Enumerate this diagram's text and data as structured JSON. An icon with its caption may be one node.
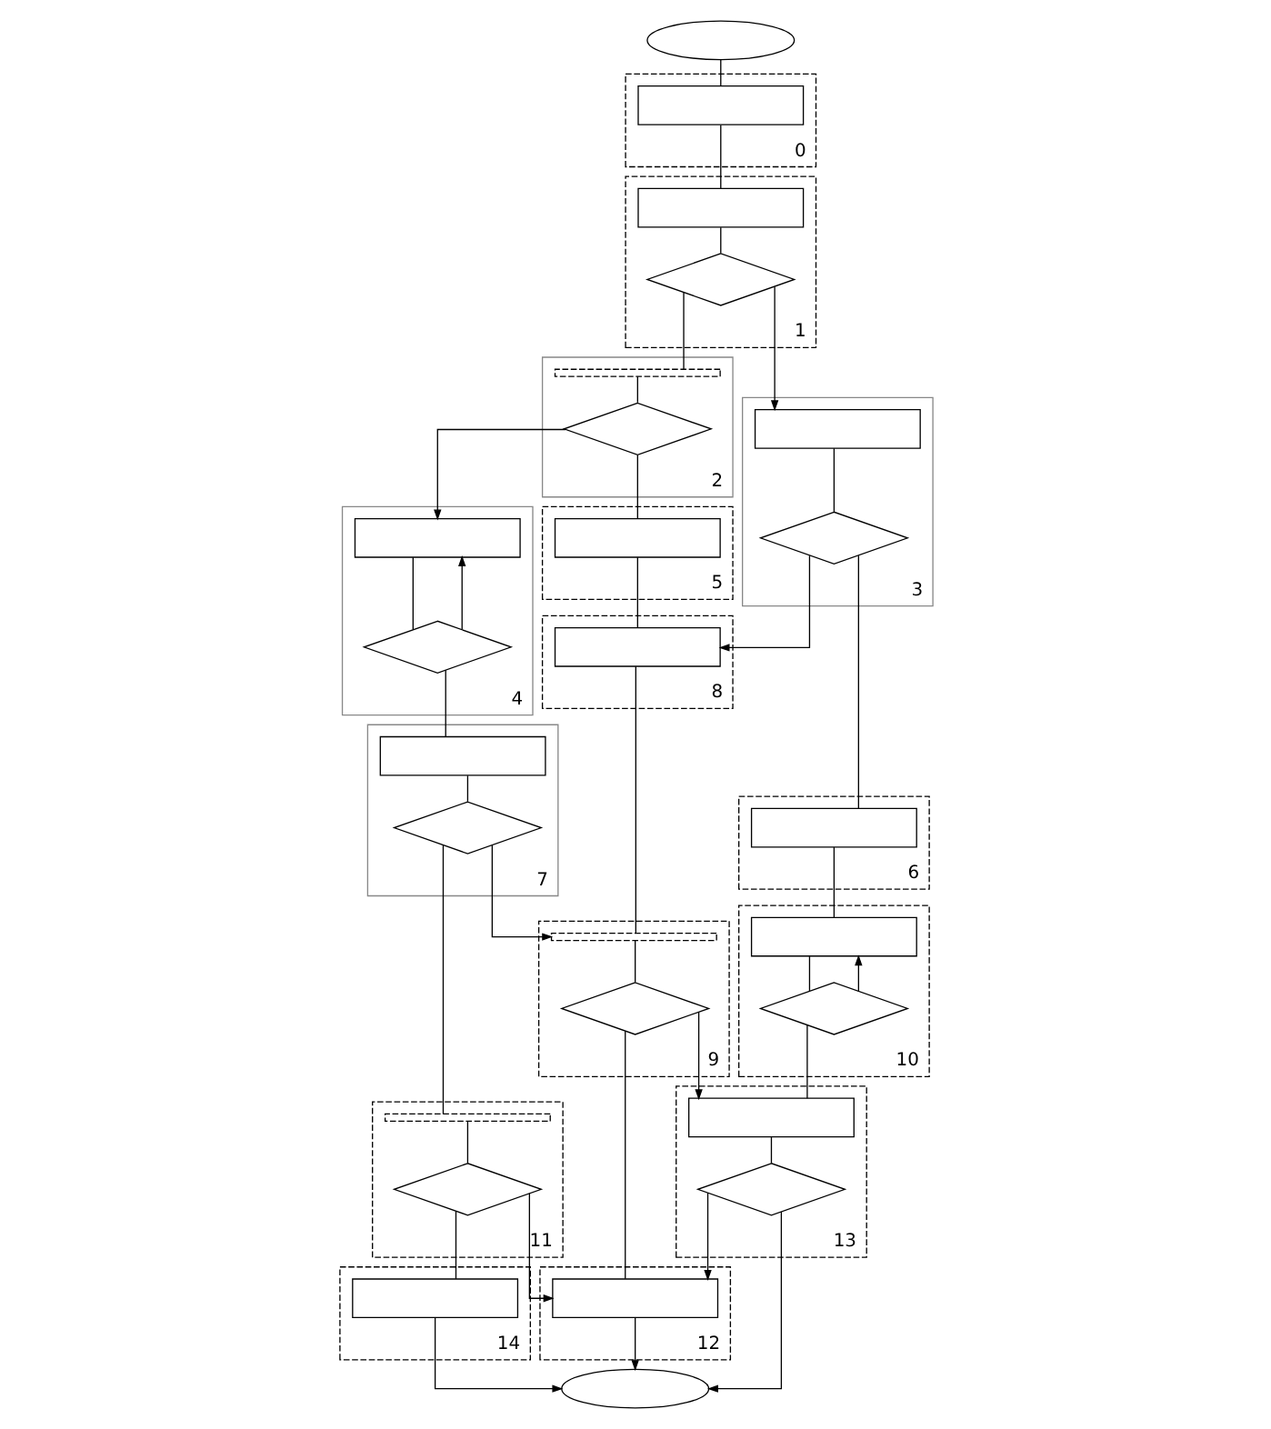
{
  "diagram": {
    "nodes": [
      {
        "text": [],
        "shape": "ellipse"
      },
      {
        "text": [
          "0"
        ]
      },
      {
        "text": [],
        "shape": "box",
        "in": 1
      },
      {
        "text": [
          "1"
        ]
      },
      {
        "text": [],
        "shape": "box",
        "in": 3
      },
      {
        "text": [],
        "shape": "diamond",
        "in": 3
      },
      {
        "text": [
          "2"
        ]
      },
      {
        "text": [],
        "shape": "bar",
        "in": 6
      },
      {
        "text": [],
        "shape": "diamond",
        "in": 6
      },
      {
        "text": [
          "3"
        ]
      },
      {
        "text": [],
        "shape": "box",
        "in": 9
      },
      {
        "text": [],
        "shape": "diamond",
        "in": 9
      },
      {
        "text": [
          "4"
        ]
      },
      {
        "text": [],
        "shape": "box",
        "in": 12
      },
      {
        "text": [],
        "shape": "diamond",
        "in": 12
      },
      {
        "text": [
          "5"
        ]
      },
      {
        "text": [],
        "shape": "box",
        "in": 15
      },
      {
        "text": [
          "6"
        ]
      },
      {
        "text": [],
        "shape": "box",
        "in": 17
      },
      {
        "text": [
          "7"
        ]
      },
      {
        "text": [],
        "shape": "box",
        "in": 19
      },
      {
        "text": [],
        "shape": "diamond",
        "in": 19
      },
      {
        "text": [
          "8"
        ]
      },
      {
        "text": [],
        "shape": "box",
        "in": 22
      },
      {
        "text": [
          "9"
        ]
      },
      {
        "text": [],
        "shape": "bar",
        "in": 24
      },
      {
        "text": [],
        "shape": "diamond",
        "in": 24
      },
      {
        "text": [
          "10"
        ]
      },
      {
        "text": [],
        "shape": "box",
        "in": 27
      },
      {
        "text": [],
        "shape": "diamond",
        "in": 27
      },
      {
        "text": [
          "11"
        ]
      },
      {
        "text": [],
        "shape": "bar",
        "in": 30
      },
      {
        "text": [],
        "shape": "diamond",
        "in": 30
      },
      {
        "text": [
          "13"
        ]
      },
      {
        "text": [],
        "shape": "box",
        "in": 33
      },
      {
        "text": [],
        "shape": "diamond",
        "in": 33
      },
      {
        "text": [
          "14"
        ]
      },
      {
        "text": [],
        "shape": "box",
        "in": 36
      },
      {
        "text": [
          "12"
        ]
      },
      {
        "text": [],
        "shape": "box",
        "in": 38
      },
      {
        "text": [],
        "shape": "ellipse"
      }
    ],
    "edges": [
      {
        "from": 0,
        "to": 2,
        "arrow": "none"
      },
      {
        "from": 2,
        "to": 4,
        "arrow": "none"
      },
      {
        "from": 4,
        "to": 5,
        "arrow": "none"
      },
      {
        "from": 5,
        "to": 10,
        "arrow": "to"
      },
      {
        "from": 5,
        "to": 7,
        "arrow": "none"
      },
      {
        "from": 7,
        "to": 8,
        "arrow": "none"
      },
      {
        "from": 8,
        "to": 13,
        "arrow": "to"
      },
      {
        "from": 14,
        "to": 13,
        "arrow": "to"
      },
      {
        "from": 13,
        "to": 14,
        "arrow": "none"
      },
      {
        "from": 14,
        "to": 20,
        "arrow": "none"
      },
      {
        "from": 8,
        "to": 16,
        "arrow": "none"
      },
      {
        "from": 16,
        "to": 23,
        "arrow": "none"
      },
      {
        "from": 11,
        "to": 23,
        "arrow": "to"
      },
      {
        "from": 10,
        "to": 11,
        "arrow": "none"
      },
      {
        "from": 11,
        "to": 18,
        "arrow": "none"
      },
      {
        "from": 18,
        "to": 28,
        "arrow": "none"
      },
      {
        "from": 29,
        "to": 28,
        "arrow": "to"
      },
      {
        "from": 28,
        "to": 29,
        "arrow": "none"
      },
      {
        "from": 20,
        "to": 21,
        "arrow": "none"
      },
      {
        "from": 21,
        "to": 25,
        "arrow": "to"
      },
      {
        "from": 23,
        "to": 25,
        "arrow": "none"
      },
      {
        "from": 25,
        "to": 26,
        "arrow": "none"
      },
      {
        "from": 26,
        "to": 34,
        "arrow": "to"
      },
      {
        "from": 29,
        "to": 34,
        "arrow": "none"
      },
      {
        "from": 21,
        "to": 31,
        "arrow": "none"
      },
      {
        "from": 31,
        "to": 32,
        "arrow": "none"
      },
      {
        "from": 32,
        "to": 39,
        "arrow": "to"
      },
      {
        "from": 26,
        "to": 39,
        "arrow": "none"
      },
      {
        "from": 35,
        "to": 39,
        "arrow": "to"
      },
      {
        "from": 34,
        "to": 35,
        "arrow": "none"
      },
      {
        "from": 32,
        "to": 37,
        "arrow": "none"
      },
      {
        "from": 37,
        "to": 40,
        "arrow": "to"
      },
      {
        "from": 39,
        "to": 40,
        "arrow": "to"
      },
      {
        "from": 35,
        "to": 40,
        "arrow": "to"
      }
    ]
  }
}
